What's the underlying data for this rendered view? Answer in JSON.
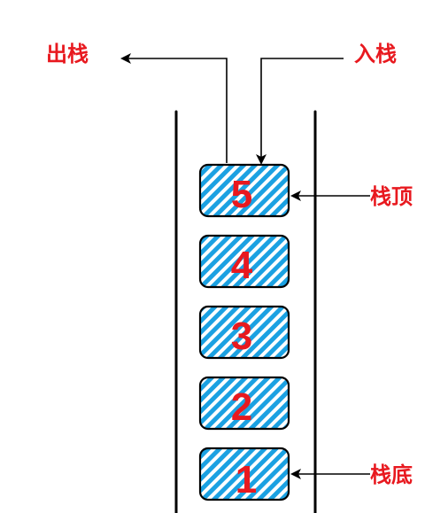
{
  "labels": {
    "pop": "出栈",
    "push": "入栈",
    "top": "栈顶",
    "bottom": "栈底"
  },
  "stack_items": [
    "5",
    "4",
    "3",
    "2",
    "1"
  ],
  "colors": {
    "label": "#e8191f",
    "block_fill": "#1ba1e2",
    "hatch_bg": "#ffffff",
    "stroke": "#000000"
  }
}
